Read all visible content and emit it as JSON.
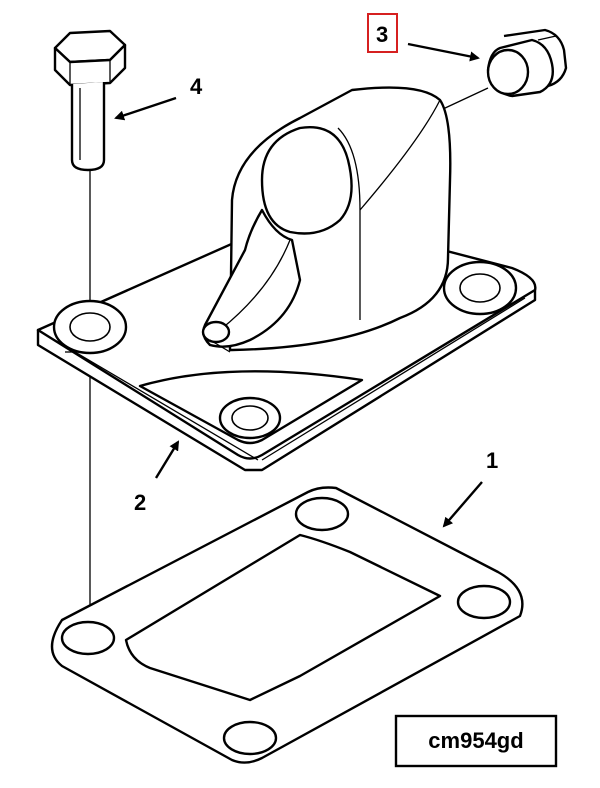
{
  "callouts": {
    "gasket": "1",
    "cover": "2",
    "plug": "3",
    "bolt": "4"
  },
  "figure_id": "cm954gd",
  "colors": {
    "line": "#000000",
    "highlight_box": "#d62020",
    "background": "#ffffff"
  }
}
